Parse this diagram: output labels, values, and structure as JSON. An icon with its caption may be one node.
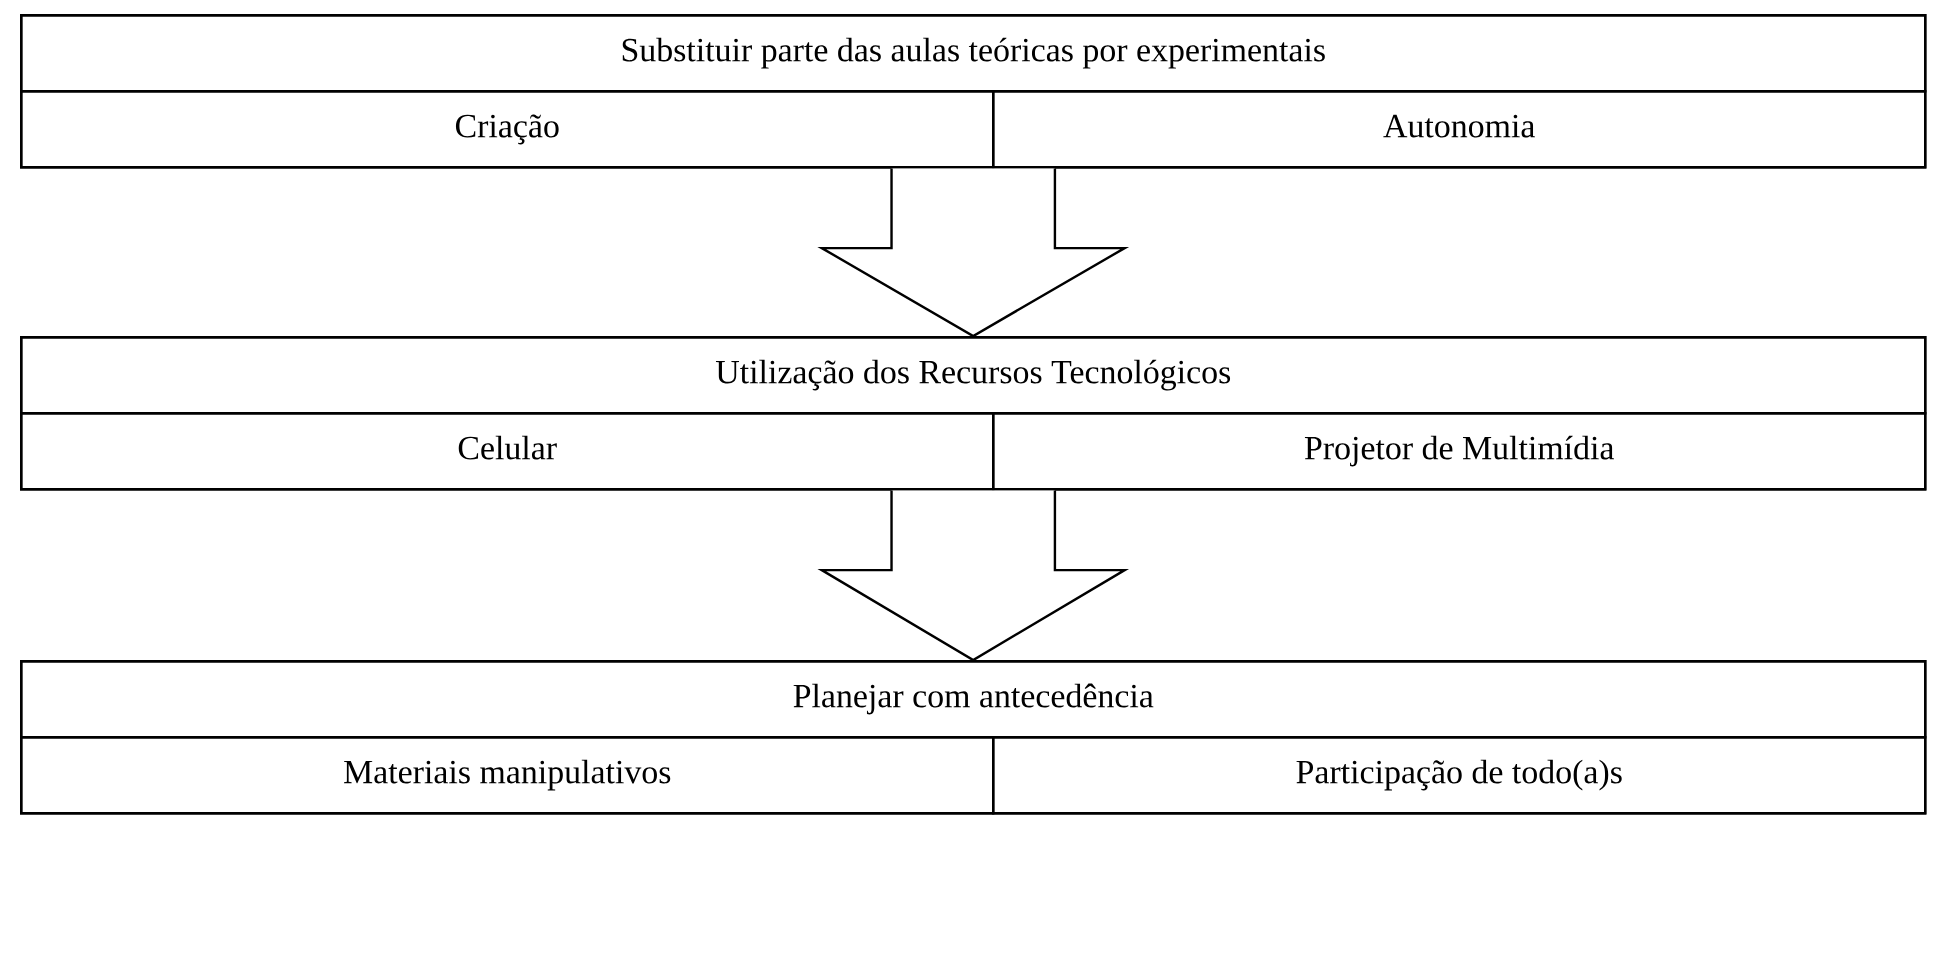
{
  "diagram": {
    "nodes": [
      {
        "text": [],
        "shape": "box"
      },
      {
        "text": [
          "Substituir parte das aulas teóricas por experimentais"
        ],
        "in": 0
      },
      {
        "text": [
          "Criação"
        ],
        "in": 0
      },
      {
        "text": [
          "Autonomia"
        ],
        "in": 0
      },
      {
        "text": [],
        "shape": "box"
      },
      {
        "text": [
          "Utilização dos Recursos Tecnológicos"
        ],
        "in": 4
      },
      {
        "text": [
          "Celular"
        ],
        "in": 4
      },
      {
        "text": [
          "Projetor de Multimídia"
        ],
        "in": 4
      },
      {
        "text": [],
        "shape": "box"
      },
      {
        "text": [
          "Planejar com antecedência"
        ],
        "in": 8
      },
      {
        "text": [
          "Materiais manipulativos"
        ],
        "in": 8
      },
      {
        "text": [
          "Participação de todo(a)s"
        ],
        "in": 8
      }
    ],
    "edges": [
      {
        "from": 0,
        "to": 4,
        "arrow": "to"
      },
      {
        "from": 4,
        "to": 8,
        "arrow": "to"
      }
    ]
  }
}
